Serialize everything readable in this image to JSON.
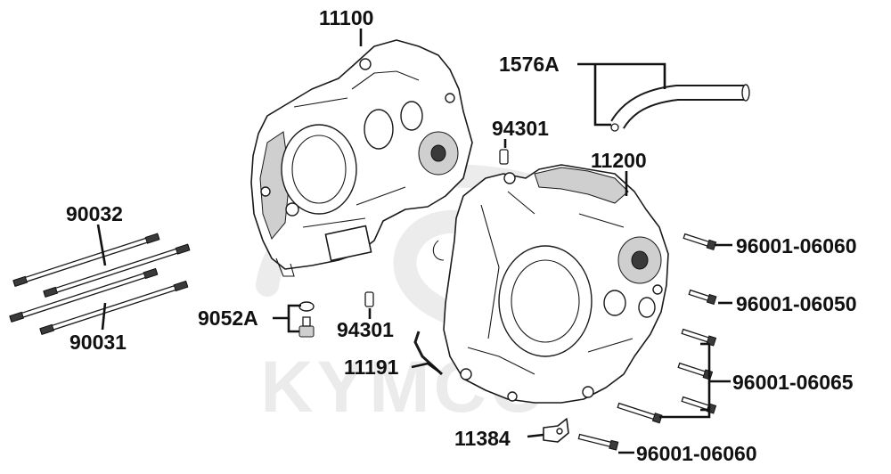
{
  "watermark": {
    "text": "KYMCO"
  },
  "labels": {
    "p11100": "11100",
    "p1576A": "1576A",
    "p94301_top": "94301",
    "p11200": "11200",
    "p90032": "90032",
    "p90031": "90031",
    "p9052A": "9052A",
    "p94301_mid": "94301",
    "p11191": "11191",
    "p11384": "11384",
    "p96001_06060_top": "96001-06060",
    "p96001_06050": "96001-06050",
    "p96001_06065": "96001-06065",
    "p96001_06060_bottom": "96001-06060"
  }
}
